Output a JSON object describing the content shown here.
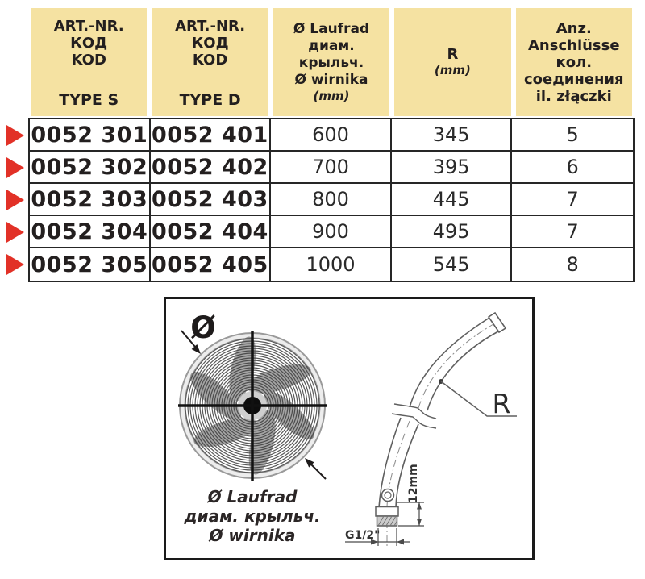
{
  "table": {
    "header": {
      "col1": {
        "line1": "ART.-NR.",
        "line2": "КОД",
        "line3": "KOD",
        "type": "TYPE S"
      },
      "col2": {
        "line1": "ART.-NR.",
        "line2": "КОД",
        "line3": "KOD",
        "type": "TYPE D"
      },
      "col3": {
        "line1": "Ø Laufrad",
        "line2": "диам. крыльч.",
        "line3": "Ø wirnika",
        "unit": "(mm)"
      },
      "col4": {
        "label": "R",
        "unit": "(mm)"
      },
      "col5": {
        "line1": "Anz.",
        "line2": "Anschlüsse",
        "line3": "кол.",
        "line4": "соединения",
        "line5": "il. złączki"
      }
    },
    "rows": [
      {
        "type_s": "0052 301",
        "type_d": "0052 401",
        "impeller": "600",
        "r": "345",
        "connections": "5"
      },
      {
        "type_s": "0052 302",
        "type_d": "0052 402",
        "impeller": "700",
        "r": "395",
        "connections": "6"
      },
      {
        "type_s": "0052 303",
        "type_d": "0052 403",
        "impeller": "800",
        "r": "445",
        "connections": "7"
      },
      {
        "type_s": "0052 304",
        "type_d": "0052 404",
        "impeller": "900",
        "r": "495",
        "connections": "7"
      },
      {
        "type_s": "0052 305",
        "type_d": "0052 405",
        "impeller": "1000",
        "r": "545",
        "connections": "8"
      }
    ]
  },
  "diagram": {
    "diameter_symbol": "Ø",
    "caption_line1": "Ø Laufrad",
    "caption_line2": "диам. крыльч.",
    "caption_line3": "Ø wirnika",
    "radius_label": "R",
    "dim_12mm": "12mm",
    "thread_label": "G1/2\""
  },
  "colors": {
    "header_bg": "#f5e2a2",
    "marker_red": "#e23127",
    "text": "#231f1f",
    "table_border": "#262626",
    "drawing_gray": "#5f5f5f"
  }
}
